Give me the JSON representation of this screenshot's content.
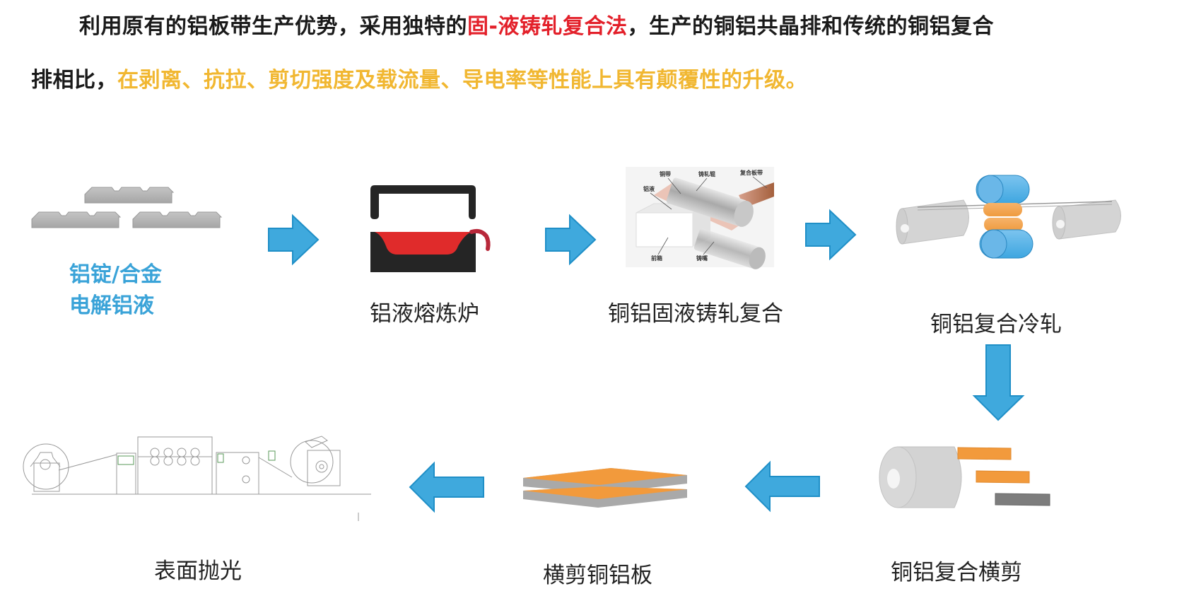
{
  "intro": {
    "line1_prefix": "利用原有的铝板带生产优势，采用独特的",
    "line1_highlight": "固-液铸轧复合法",
    "line1_suffix": "，生产的铜铝共晶排和传统的铜铝复合",
    "line2_prefix": "排相比，",
    "line2_highlight": "在剥离、抗拉、剪切强度及载流量、导电率等性能上具有颠覆性的升级。"
  },
  "colors": {
    "highlight_red": "#e3202a",
    "highlight_gold": "#f1b731",
    "arrow_blue": "#3fa9dd",
    "label_blue": "#3aa3d8",
    "copper_orange": "#f29a3c",
    "aluminum_gray": "#b0b0b0"
  },
  "steps": [
    {
      "id": "raw-material",
      "label_line1": "铝锭/合金",
      "label_line2": "电解铝液",
      "icon": "aluminum-ingots-icon"
    },
    {
      "id": "melting-furnace",
      "label": "铝液熔炼炉",
      "icon": "melting-furnace-icon"
    },
    {
      "id": "solid-liquid-cast-rolling",
      "label": "铜铝固液铸轧复合",
      "icon": "cast-rolling-diagram-icon",
      "callouts": [
        "铜带",
        "铸轧辊",
        "复合板带",
        "铝液",
        "前箱",
        "铸嘴"
      ]
    },
    {
      "id": "cold-rolling",
      "label": "铜铝复合冷轧",
      "icon": "cold-rolling-mill-icon"
    },
    {
      "id": "cross-cutting",
      "label": "铜铝复合横剪",
      "icon": "coil-cutting-icon"
    },
    {
      "id": "cut-plates",
      "label": "横剪铜铝板",
      "icon": "stacked-plates-icon"
    },
    {
      "id": "surface-polishing",
      "label": "表面抛光",
      "icon": "polishing-line-icon"
    }
  ],
  "arrows": [
    {
      "from": "raw-material",
      "to": "melting-furnace",
      "direction": "right"
    },
    {
      "from": "melting-furnace",
      "to": "solid-liquid-cast-rolling",
      "direction": "right"
    },
    {
      "from": "solid-liquid-cast-rolling",
      "to": "cold-rolling",
      "direction": "right"
    },
    {
      "from": "cold-rolling",
      "to": "cross-cutting",
      "direction": "down"
    },
    {
      "from": "cross-cutting",
      "to": "cut-plates",
      "direction": "left"
    },
    {
      "from": "cut-plates",
      "to": "surface-polishing",
      "direction": "left"
    }
  ]
}
